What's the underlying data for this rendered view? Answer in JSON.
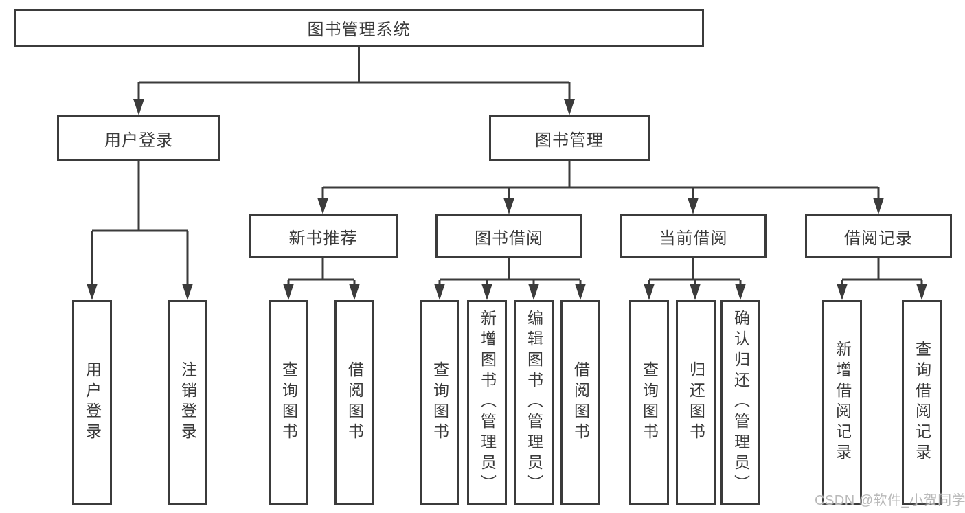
{
  "colors": {
    "line": "#3b3b3b",
    "text": "#3a3a3a",
    "background": "#ffffff",
    "watermark_text": "#b9b9b9"
  },
  "watermark": {
    "text": "CSDN @软件_小贺同学"
  },
  "tree": {
    "root": {
      "label": "图书管理系统",
      "children": [
        {
          "label": "用户登录",
          "children": [
            {
              "label": "用户登录"
            },
            {
              "label": "注销登录"
            }
          ]
        },
        {
          "label": "图书管理",
          "children": [
            {
              "label": "新书推荐",
              "children": [
                {
                  "label": "查询图书"
                },
                {
                  "label": "借阅图书"
                }
              ]
            },
            {
              "label": "图书借阅",
              "children": [
                {
                  "label": "查询图书"
                },
                {
                  "label": "新增图书（管理员）"
                },
                {
                  "label": "编辑图书（管理员）"
                },
                {
                  "label": "借阅图书"
                }
              ]
            },
            {
              "label": "当前借阅",
              "children": [
                {
                  "label": "查询图书"
                },
                {
                  "label": "归还图书"
                },
                {
                  "label": "确认归还（管理员）"
                }
              ]
            },
            {
              "label": "借阅记录",
              "children": [
                {
                  "label": "新增借阅记录"
                },
                {
                  "label": "查询借阅记录"
                }
              ]
            }
          ]
        }
      ]
    }
  }
}
